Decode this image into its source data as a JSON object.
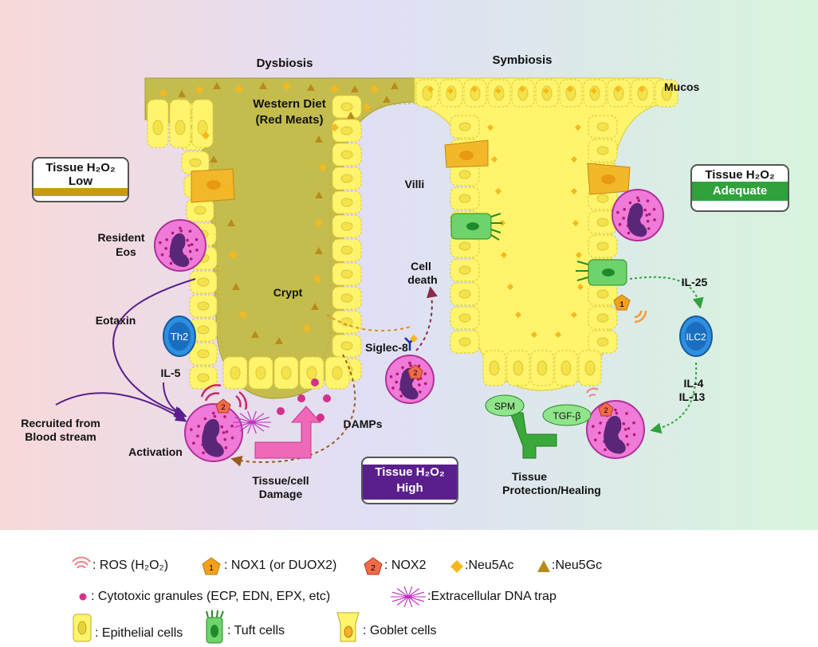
{
  "colors": {
    "dysbiosis_bg": "#f7dada",
    "middle_bg": "#e2e0f4",
    "symbiosis_bg": "#daf3de",
    "mucus_dys": "#c4bd4e",
    "epithelium": "#fff46b",
    "eos_pink": "#f07ad8",
    "eos_nucleus": "#5a2678",
    "purple": "#5a1f8c",
    "green": "#2fa23b",
    "orange": "#e08c1e",
    "blue": "#1f7fd0",
    "low_bar": "#c89a10",
    "adequate_bar": "#2fa23b",
    "high_bar": "#5a1f8c",
    "nox1": "#f3a11a",
    "nox2": "#f16a4b",
    "neu5ac": "#f6b81a",
    "neu5gc": "#b98b1c",
    "granule": "#d5308c",
    "dna_trap": "#c02ec0"
  },
  "titles": {
    "dysbiosis": "Dysbiosis",
    "symbiosis": "Symbiosis",
    "mucos": "Mucos",
    "western_diet": "Western Diet",
    "red_meats": "(Red Meats)",
    "villi": "Villi",
    "crypt": "Crypt"
  },
  "boxes": {
    "low": {
      "top": "Tissue H₂O₂",
      "bottom": "Low"
    },
    "adequate": {
      "top": "Tissue H₂O₂",
      "bottom": "Adequate"
    },
    "high": {
      "top": "Tissue H₂O₂",
      "bottom": "High"
    }
  },
  "labels": {
    "resident_eos_1": "Resident",
    "resident_eos_2": "Eos",
    "eotaxin": "Eotaxin",
    "th2": "Th2",
    "il5": "IL-5",
    "recruited_1": "Recruited from",
    "recruited_2": "Blood stream",
    "activation": "Activation",
    "damps": "DAMPs",
    "tissue_damage_1": "Tissue/cell",
    "tissue_damage_2": "Damage",
    "cell_death_1": "Cell",
    "cell_death_2": "death",
    "siglec8": "Siglec-8",
    "il25": "IL-25",
    "ilc2": "ILC2",
    "il4": "IL-4",
    "il13": "IL-13",
    "spm": "SPM",
    "tgfb": "TGF-β",
    "protection_1": "Tissue",
    "protection_2": "Protection/Healing",
    "nox1_num": "1",
    "nox2_num": "2"
  },
  "legend": {
    "ros": ": ROS (H₂O₂)",
    "nox1": ": NOX1 (or DUOX2)",
    "nox2": ": NOX2",
    "neu5ac": ":Neu5Ac",
    "neu5gc": ":Neu5Gc",
    "granules": ": Cytotoxic granules (ECP, EDN, EPX, etc)",
    "dna_trap": ":Extracellular DNA trap",
    "epithelial": ": Epithelial cells",
    "tuft": ": Tuft cells",
    "goblet": ": Goblet cells"
  }
}
